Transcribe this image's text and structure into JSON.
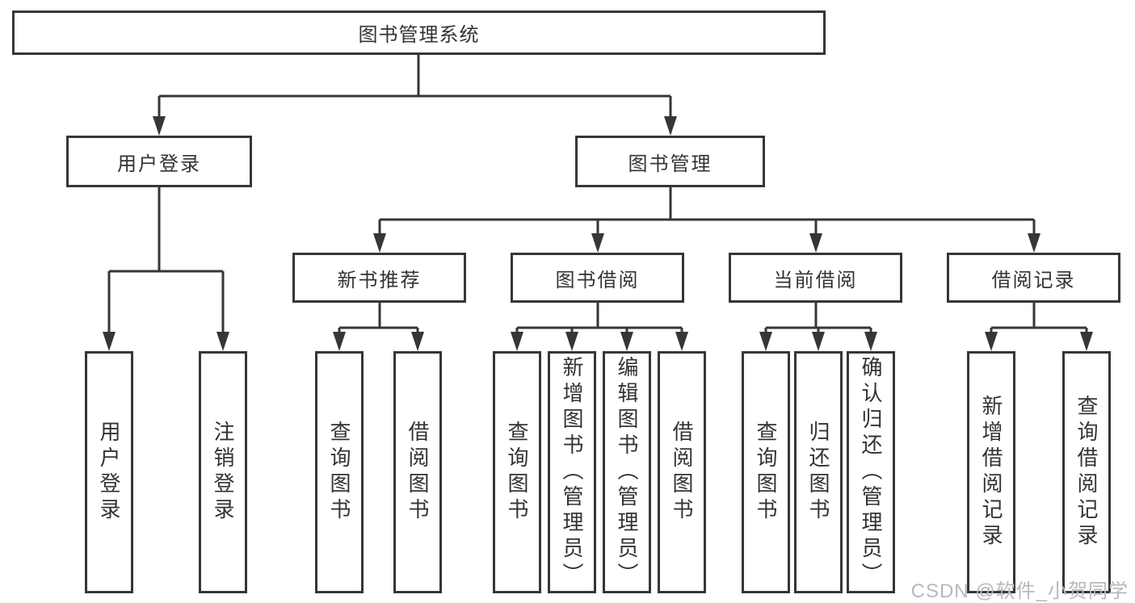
{
  "tree": {
    "label": "图书管理系统",
    "children": [
      {
        "label": "用户登录",
        "children": [
          {
            "label": "用户登录"
          },
          {
            "label": "注销登录"
          }
        ]
      },
      {
        "label": "图书管理",
        "children": [
          {
            "label": "新书推荐",
            "children": [
              {
                "label": "查询图书"
              },
              {
                "label": "借阅图书"
              }
            ]
          },
          {
            "label": "图书借阅",
            "children": [
              {
                "label": "查询图书"
              },
              {
                "label": "新增图书（管理员）"
              },
              {
                "label": "编辑图书（管理员）"
              },
              {
                "label": "借阅图书"
              }
            ]
          },
          {
            "label": "当前借阅",
            "children": [
              {
                "label": "查询图书"
              },
              {
                "label": "归还图书"
              },
              {
                "label": "确认归还（管理员）"
              }
            ]
          },
          {
            "label": "借阅记录",
            "children": [
              {
                "label": "新增借阅记录"
              },
              {
                "label": "查询借阅记录"
              }
            ]
          }
        ]
      }
    ]
  },
  "watermark": {
    "text": "CSDN @软件_小贺同学"
  },
  "colors": {
    "line": "#363636",
    "text": "#333333",
    "background": "#ffffff",
    "watermark": "#b5b8bc"
  }
}
